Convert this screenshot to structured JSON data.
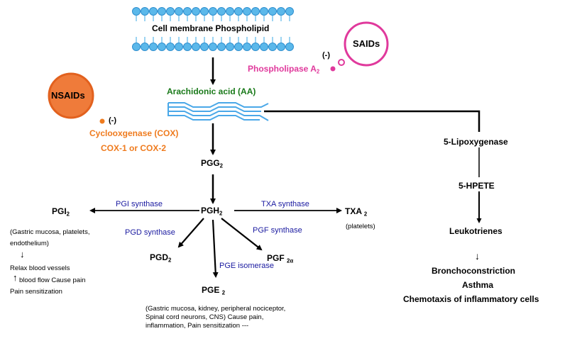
{
  "membrane": {
    "label": "Cell membrane Phospholipid"
  },
  "saids": {
    "label": "SAIDs",
    "inhibit": "(-)"
  },
  "pla2": {
    "label": "Phospholipase A",
    "sub": "2"
  },
  "aa": {
    "label": "Arachidonic acid (AA)"
  },
  "nsaids": {
    "label": "NSAIDs",
    "inhibit": "(-)"
  },
  "cox": {
    "label": "Cyclooxgenase (COX)",
    "isoforms": "COX-1 or COX-2"
  },
  "pgg": {
    "label": "PGG",
    "sub": "2"
  },
  "pgh": {
    "label": "PGH",
    "sub": "2"
  },
  "pgi": {
    "label": "PGI",
    "sub": "2",
    "synthase": "PGI synthase",
    "note1": "(Gastric mucosa, platelets,",
    "note2": "endothelium)",
    "arrow_down": "↓",
    "effect1": "Relax blood vessels",
    "arrow_up": "↑",
    "effect2": " blood flow Cause pain",
    "effect3": "Pain sensitization"
  },
  "txa": {
    "label": "TXA",
    "sub": "2",
    "synthase": "TXA synthase",
    "note": "(platelets)"
  },
  "pgd": {
    "label": "PGD",
    "sub": "2",
    "synthase": "PGD synthase"
  },
  "pgf": {
    "label": "PGF",
    "sub": "2α",
    "synthase": "PGF synthase"
  },
  "pge": {
    "label": "PGE",
    "sub": "2",
    "synthase": "PGE isomerase",
    "note1": "(Gastric mucosa, kidney, peripheral nociceptor,",
    "note2": "Spinal cord neurons, CNS)  Cause pain,",
    "note3": "inflammation, Pain sensitization ---"
  },
  "lox": {
    "label": "5-Lipoxygenase",
    "hpete": "5-HPETE",
    "leuko": "Leukotrienes",
    "arrow": "↓",
    "effect1": "Bronchoconstriction",
    "effect2": "Asthma",
    "effect3": "Chemotaxis of inflammatory cells"
  },
  "colors": {
    "aa": "#1a7a1a",
    "pla2": "#e0399c",
    "cox": "#ef7b1e",
    "enzyme": "#1a1aa0",
    "lipid": "#5bb8ea"
  }
}
